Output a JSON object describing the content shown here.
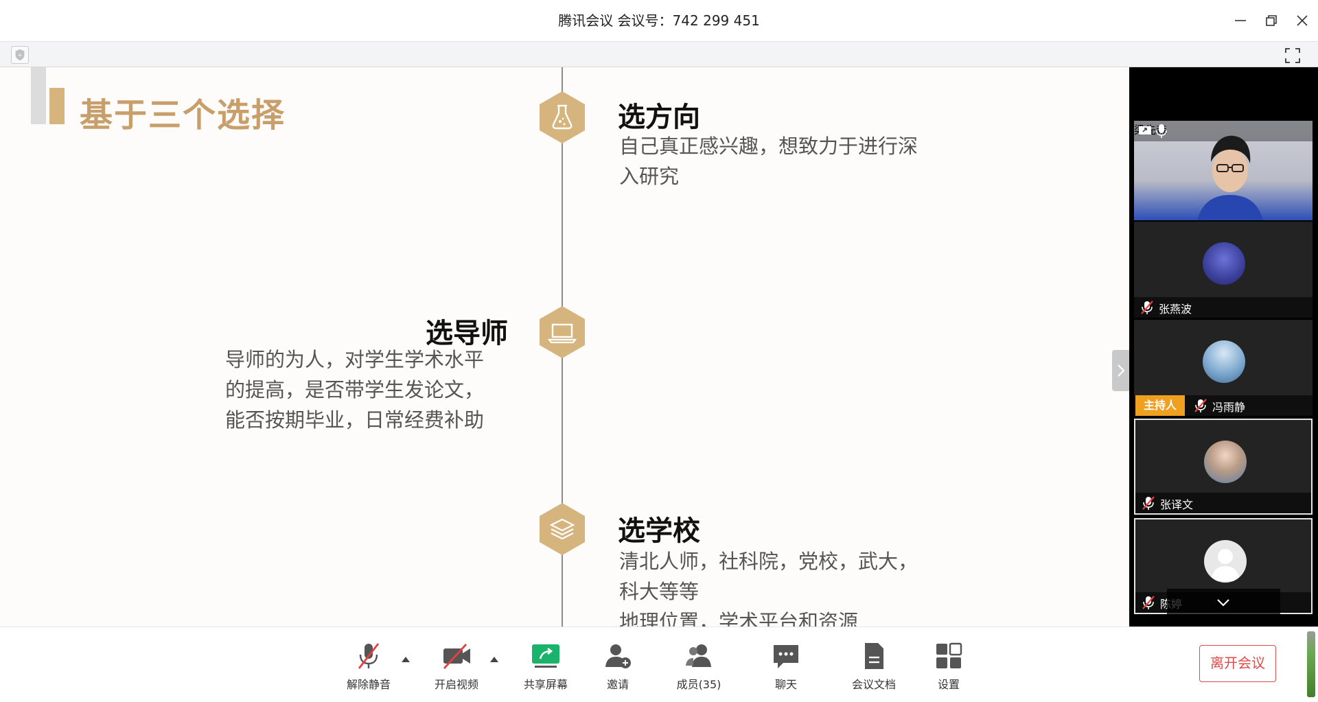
{
  "window": {
    "title": "腾讯会议 会议号：742 299 451"
  },
  "slide": {
    "title": "基于三个选择",
    "items": [
      {
        "heading": "选方向",
        "body_lines": [
          "自己真正感兴趣，想致力于进行深",
          "入研究"
        ],
        "icon": "flask-icon"
      },
      {
        "heading": "选导师",
        "body_lines": [
          "导师的为人，对学生学术水平",
          "的提高，是否带学生发论文，",
          "能否按期毕业，日常经费补助"
        ],
        "icon": "laptop-icon"
      },
      {
        "heading": "选学校",
        "body_lines": [
          "清北人师，社科院，党校，武大，",
          "科大等等",
          "地理位置，学术平台和资源"
        ],
        "icon": "layers-icon"
      }
    ],
    "colors": {
      "accent": "#d5b47e",
      "title": "#c89e6a"
    }
  },
  "participants": [
    {
      "name": "梁先森",
      "type": "camera",
      "mic": "on"
    },
    {
      "name": "张燕波",
      "type": "avatar",
      "mic": "off"
    },
    {
      "name": "冯雨静",
      "type": "avatar",
      "mic": "off",
      "badge": "主持人"
    },
    {
      "name": "张译文",
      "type": "avatar",
      "mic": "off"
    },
    {
      "name": "陈婷",
      "type": "avatar",
      "mic": "off"
    }
  ],
  "toolbar": {
    "unmute": "解除静音",
    "video": "开启视频",
    "share": "共享屏幕",
    "invite": "邀请",
    "members": "成员(35)",
    "chat": "聊天",
    "docs": "会议文档",
    "settings": "设置",
    "leave": "离开会议"
  }
}
